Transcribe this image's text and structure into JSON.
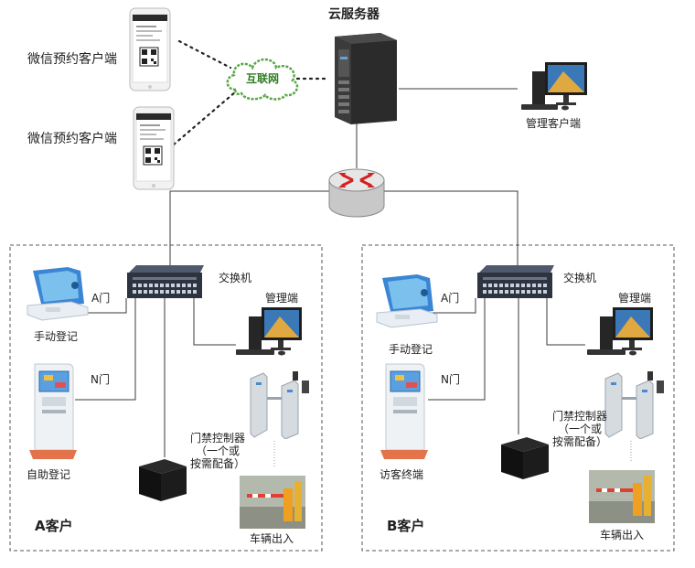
{
  "cloud_server": {
    "title": "云服务器"
  },
  "internet": {
    "label": "互联网"
  },
  "wechat_clients": [
    {
      "label": "微信预约客户端"
    },
    {
      "label": "微信预约客户端"
    }
  ],
  "admin_client": {
    "label": "管理客户端"
  },
  "site_a": {
    "name": "A客户",
    "switch_label": "交换机",
    "admin_label": "管理端",
    "door_a": "A门",
    "door_n": "N门",
    "manual_reg": "手动登记",
    "self_reg": "自助登记",
    "access_ctrl": "门禁控制器\n（一个或\n按需配备）",
    "vehicle": "车辆出入"
  },
  "site_b": {
    "name": "B客户",
    "switch_label": "交换机",
    "admin_label": "管理端",
    "door_a": "A门",
    "door_n": "N门",
    "manual_reg": "手动登记",
    "visitor_terminal": "访客终端",
    "access_ctrl": "门禁控制器\n（一个或\n按需配备）",
    "vehicle": "车辆出入"
  },
  "colors": {
    "line": "#3a3a3a",
    "cloud_outline": "#5aa845",
    "cloud_text": "#2f7d22",
    "router_arrow": "#d42020",
    "switch_body": "#2e3340",
    "dashed_border": "#555555"
  }
}
